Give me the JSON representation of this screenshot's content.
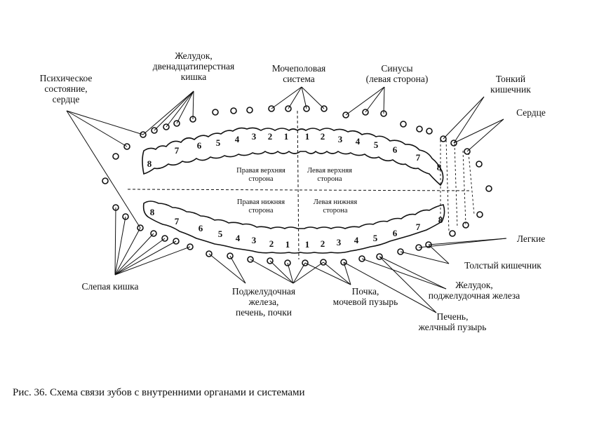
{
  "labels": {
    "psych": "Психическое\nсостояние,\nсердце",
    "stomach_duodenum": "Желудок,\nдвенадцатиперстная\nкишка",
    "urogenital": "Мочеполовая\nсистема",
    "sinuses": "Синусы\n(левая сторона)",
    "small_intestine": "Тонкий\nкишечник",
    "heart": "Сердце",
    "lungs": "Легкие",
    "large_intestine": "Толстый кишечник",
    "stomach_pancreas": "Желудок,\nподжелудочная железа",
    "liver": "Печень,\nжелчный пузырь",
    "kidney_bladder": "Почка,\nмочевой пузырь",
    "pancreas_liver_kidneys": "Поджелудочная\nжелеза,\nпечень, почки",
    "cecum": "Слепая кишка"
  },
  "quadrants": {
    "upper_right": "Правая верхняя\nсторона",
    "upper_left": "Левая верхняя\nсторона",
    "lower_right": "Правая нижняя\nсторона",
    "lower_left": "Левая нижняя\nсторона"
  },
  "teeth": {
    "upper_right": [
      "8",
      "7",
      "6",
      "5",
      "4",
      "3",
      "2",
      "1"
    ],
    "upper_left": [
      "1",
      "2",
      "3",
      "4",
      "5",
      "6",
      "7",
      "8"
    ],
    "lower_right": [
      "8",
      "7",
      "6",
      "5",
      "4",
      "3",
      "2",
      "1"
    ],
    "lower_left": [
      "1",
      "2",
      "3",
      "4",
      "5",
      "6",
      "7",
      "8"
    ]
  },
  "caption": "Рис. 36. Схема связи зубов с внутренними органами и системами"
}
